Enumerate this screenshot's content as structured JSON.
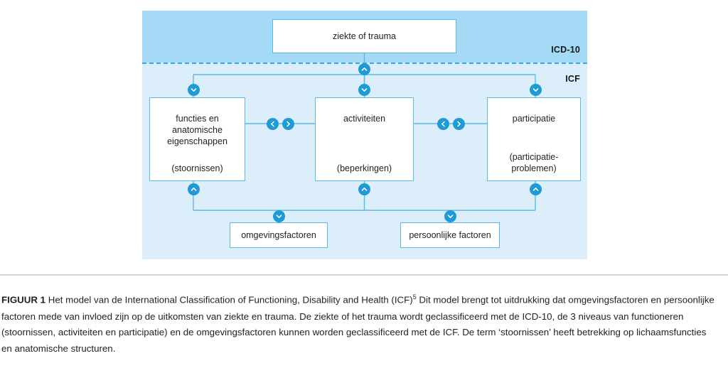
{
  "figure": {
    "bands": {
      "icd10_label": "ICD-10",
      "icf_label": "ICF"
    },
    "nodes": {
      "disease": {
        "title": "ziekte of trauma"
      },
      "functions": {
        "title": "functies en anatomische eigenschappen",
        "sub": "(stoornissen)"
      },
      "activities": {
        "title": "activiteiten",
        "sub": "(beperkingen)"
      },
      "participation": {
        "title": "participatie",
        "sub": "(participatie-problemen)"
      },
      "environmental": {
        "title": "omgevingsfactoren"
      },
      "personal": {
        "title": "persoonlijke factoren"
      }
    },
    "colors": {
      "band_icd10": "#a5daf6",
      "band_icf": "#ddeefb",
      "line": "#5bb9e6",
      "badge": "#1e9ad6",
      "box_border": "#5bb9e6",
      "box_fill": "#ffffff",
      "dashed_divider": "#3aa7dd"
    }
  },
  "caption": {
    "label": "FIGUUR 1",
    "text_before_ref": "  Het model van de International Classification of Functioning, Disability and Health (ICF)",
    "reference": "5",
    "text_after_ref": " Dit model brengt tot uitdrukking dat omgevingsfactoren en persoonlijke factoren mede van invloed zijn op de uitkomsten van ziekte en trauma. De ziekte of het trauma wordt geclassificeerd met de ICD-10, de 3 niveaus van functioneren (stoornissen, activiteiten en participatie) en de omgevingsfactoren kunnen worden geclassificeerd met de ICF. De term ‘stoornissen’ heeft betrekking op lichaamsfuncties en anatomische structuren."
  }
}
